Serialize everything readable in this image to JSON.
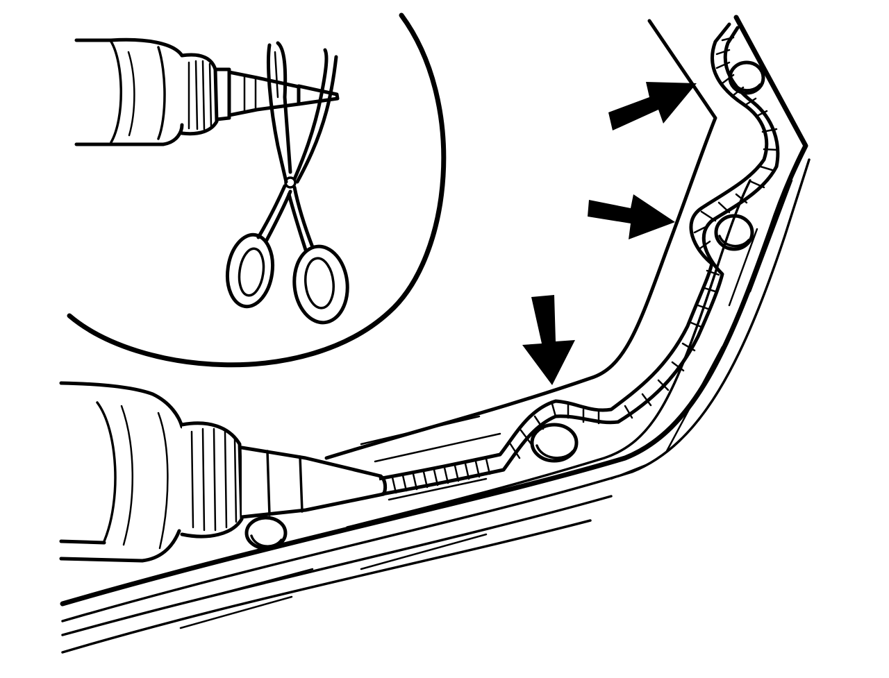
{
  "figure": {
    "subject": "technical-line-drawing",
    "colors": {
      "ink": "#000000",
      "paper": "#ffffff"
    },
    "callout_arrows": 3,
    "bolt_holes": 4,
    "sealant_beads": 1
  }
}
